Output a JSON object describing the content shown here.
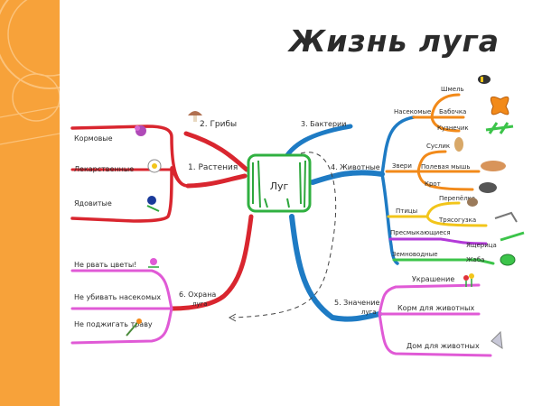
{
  "title": "Жизнь луга",
  "center": "Луг",
  "branches": {
    "plants": "1. Растения",
    "mushrooms": "2. Грибы",
    "bacteria": "3. Бактерии",
    "animals": "4. Животные",
    "significance_line1": "5. Значение",
    "significance_line2": "луга",
    "protection_line1": "6. Охрана",
    "protection_line2": "луга"
  },
  "plants_items": [
    "Кормовые",
    "Лекарственные",
    "Ядовитые"
  ],
  "animals": {
    "insects": "Насекомые",
    "insects_items": [
      "Шмель",
      "Бабочка",
      "Кузнечик"
    ],
    "beasts": "Звери",
    "beasts_items": [
      "Суслик",
      "Полевая мышь",
      "Крот"
    ],
    "birds": "Птицы",
    "birds_items": [
      "Перепёлка",
      "Трясогузка"
    ],
    "reptiles": "Пресмыкающиеся",
    "reptiles_item": "Ящерица",
    "amphibians": "Земноводные",
    "amphibians_item": "Жаба"
  },
  "significance_items": [
    "Украшение",
    "Корм для животных",
    "Дом для животных"
  ],
  "protection_items": [
    "Не рвать цветы!",
    "Не убивать насекомых",
    "Не поджигать траву"
  ],
  "colors": {
    "stripe": "#f7a23a",
    "plants_branch": "#d9262f",
    "protection_branch": "#d9262f",
    "animals_branch": "#1e7bc4",
    "significance_branch": "#1e7bc4",
    "plants_outline": "#d9262f",
    "protection_outline": "#e05ad6",
    "significance_outline": "#e05ad6",
    "insects_line": "#f28a1a",
    "beasts_line": "#f28a1a",
    "birds_line": "#f2c51a",
    "reptiles_line": "#b33ad9",
    "amphibians_line": "#3cc44a"
  }
}
